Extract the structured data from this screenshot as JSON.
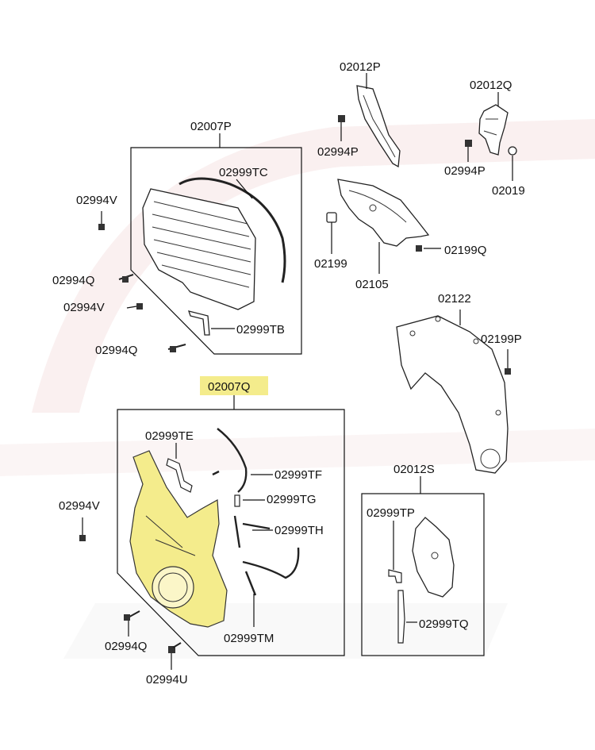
{
  "colors": {
    "highlight": "#f4ec8c",
    "watermark": "#f2d6d6",
    "line": "#111111"
  },
  "labels": {
    "p02012P": "02012P",
    "p02012Q": "02012Q",
    "p02007P": "02007P",
    "p02994P_a": "02994P",
    "p02994P_b": "02994P",
    "p02019": "02019",
    "p02999TC": "02999TC",
    "p02994V_a": "02994V",
    "p02199": "02199",
    "p02199Q": "02199Q",
    "p02105": "02105",
    "p02994Q_a": "02994Q",
    "p02994V_b": "02994V",
    "p02999TB": "02999TB",
    "p02122": "02122",
    "p02994Q_b": "02994Q",
    "p02199P": "02199P",
    "p02007Q": "02007Q",
    "p02999TE": "02999TE",
    "p02999TF": "02999TF",
    "p02999TG": "02999TG",
    "p02994V_c": "02994V",
    "p02012S": "02012S",
    "p02999TP": "02999TP",
    "p02999TH": "02999TH",
    "p02999TQ": "02999TQ",
    "p02994Q_c": "02994Q",
    "p02999TM": "02999TM",
    "p02994U": "02994U"
  }
}
